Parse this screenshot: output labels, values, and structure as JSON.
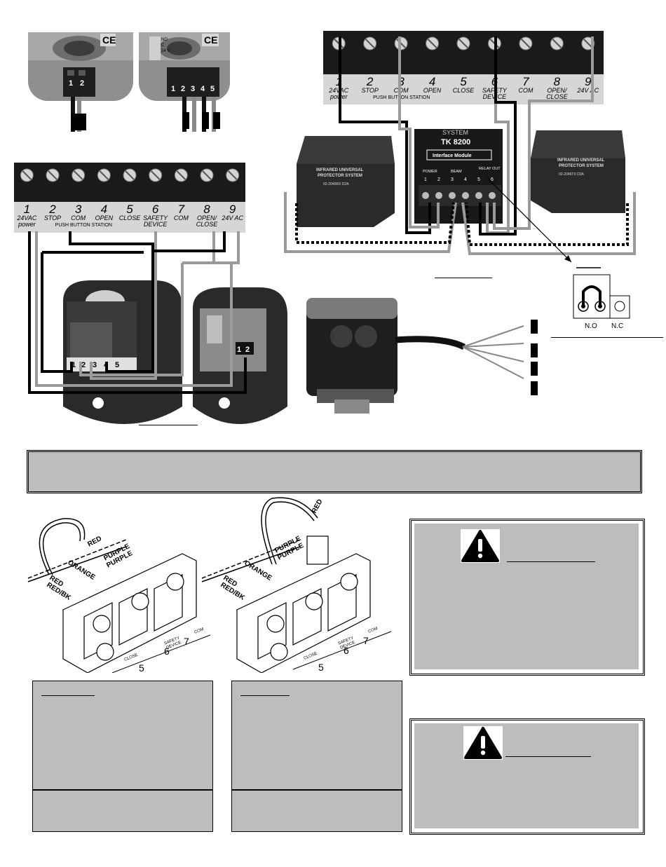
{
  "terminal_strip": {
    "numbers": [
      "1",
      "2",
      "3",
      "4",
      "5",
      "6",
      "7",
      "8",
      "9"
    ],
    "labels": [
      [
        "24VAC",
        "power"
      ],
      [
        "STOP"
      ],
      [
        "COM"
      ],
      [
        "OPEN"
      ],
      [
        "CLOSE"
      ],
      [
        "SAFETY",
        "DEVICE"
      ],
      [
        "COM"
      ],
      [
        "OPEN/",
        "CLOSE"
      ],
      [
        "24V AC"
      ]
    ],
    "push_button_station": "PUSH BUTTON STATION"
  },
  "photo_eye_rx_label": [
    "INFRARED UNIVERSAL",
    "PROTECTOR SYSTEM",
    "02-2046RX  D2A"
  ],
  "photo_eye_tx_label": [
    "INFRARED UNIVERSAL",
    "PROTECTOR SYSTEM",
    "02-2046TX  D2A"
  ],
  "interface_module": {
    "system": "SYSTEM",
    "model": "TK 8200",
    "name": "Interface Module",
    "groups": [
      "POWER",
      "BEAM",
      "RELAY OUT"
    ],
    "terminals": [
      "1",
      "2",
      "3",
      "4",
      "5",
      "6"
    ]
  },
  "relay_contacts": {
    "no": "N.O",
    "nc": "N.C"
  },
  "small_sensor_terminals": {
    "left": [
      "1",
      "2"
    ],
    "right": [
      "1",
      "2",
      "3",
      "4",
      "5"
    ],
    "labels_right": [
      "NO",
      "C",
      "24 V"
    ]
  },
  "sensor_board_terminals": {
    "left": [
      "1",
      "2",
      "3",
      "4",
      "5"
    ],
    "right": [
      "1",
      "2"
    ]
  },
  "wire_diagram_left": {
    "wires": [
      "RED",
      "PURPLE",
      "PURPLE",
      "ORANGE",
      "RED",
      "RED/BK"
    ],
    "terminal_labels": [
      "CLOSE",
      "SAFETY",
      "DEVICE",
      "COM"
    ],
    "terminal_numbers": [
      "5",
      "6",
      "7"
    ]
  },
  "wire_diagram_right": {
    "wires": [
      "RED",
      "PURPLE",
      "PURPLE",
      "ORANGE",
      "RED",
      "RED/BK"
    ],
    "terminal_labels": [
      "CLOSE",
      "SAFETY",
      "DEVICE",
      "COM"
    ],
    "terminal_numbers": [
      "5",
      "6",
      "7"
    ]
  },
  "icons": [
    "warning-icon",
    "warning-icon"
  ]
}
